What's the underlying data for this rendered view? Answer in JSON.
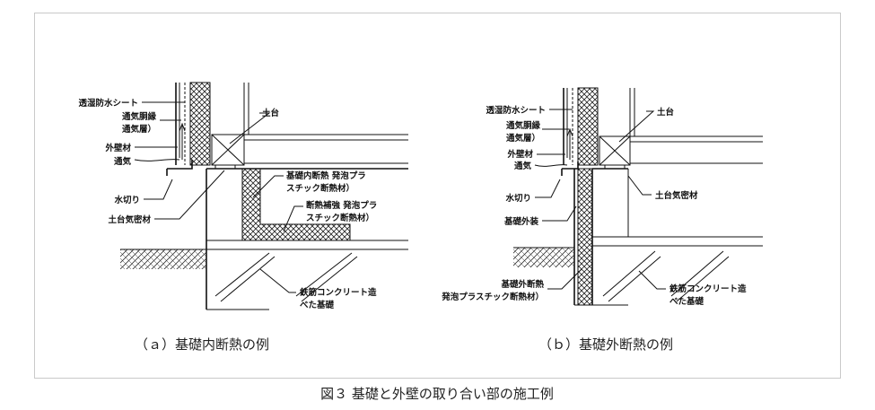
{
  "caption": "図３ 基礎と外壁の取り合い部の施工例",
  "panel_a": {
    "subtitle": "（ａ）基礎内断熱の例",
    "labels": {
      "sheet": "透湿防水シート",
      "furring1": "通気胴縁",
      "furring2": "通気層）",
      "cladding": "外壁材",
      "vent": "通気",
      "drip": "水切り",
      "sill_seal": "土台気密材",
      "sill": "土台",
      "inner_ins1": "基礎内断熱  発泡プラ",
      "inner_ins2": "スチック断熱材）",
      "reinf1": "断熱補強  発泡プラ",
      "reinf2": "スチック断熱材）",
      "rc1": "鉄筋コンクリート造",
      "rc2": "べた基礎"
    }
  },
  "panel_b": {
    "subtitle": "（ｂ）基礎外断熱の例",
    "labels": {
      "sheet": "透湿防水シート",
      "furring1": "通気胴縁",
      "furring2": "通気層）",
      "cladding": "外壁材",
      "vent": "通気",
      "drip": "水切り",
      "finish": "基礎外装",
      "outer_ins1": "基礎外断熱",
      "outer_ins2": "発泡プラスチック断熱材）",
      "sill": "土台",
      "sill_seal": "土台気密材",
      "rc1": "鉄筋コンクリート造",
      "rc2": "べた基礎"
    }
  }
}
